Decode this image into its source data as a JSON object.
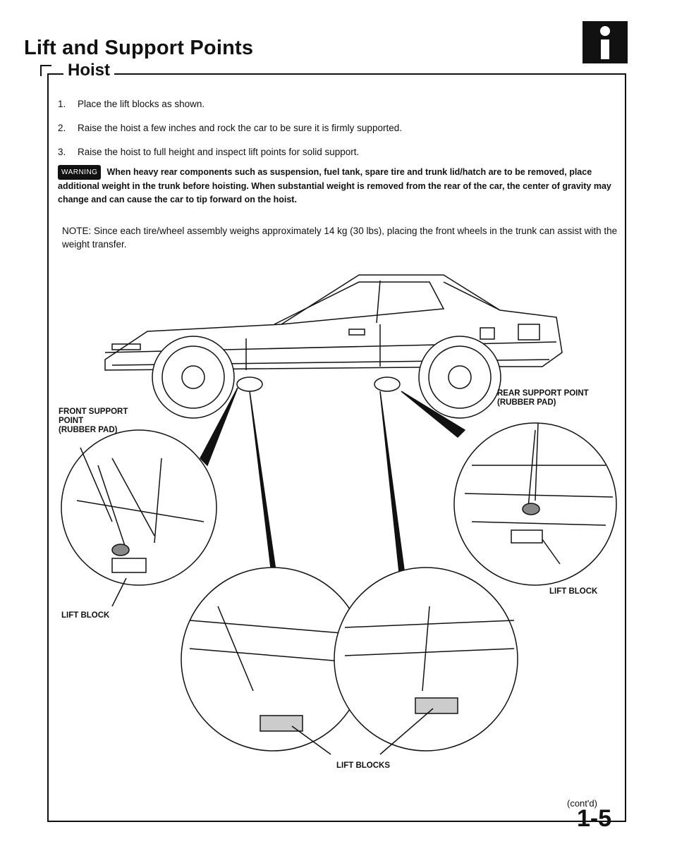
{
  "header": {
    "title": "Lift and Support Points",
    "info_icon": "info-icon"
  },
  "section": {
    "title": "Hoist"
  },
  "steps": [
    {
      "num": "1.",
      "text": "Place the lift blocks as shown."
    },
    {
      "num": "2.",
      "text": "Raise the hoist a few inches and rock the car to be sure it is firmly supported."
    },
    {
      "num": "3.",
      "text": "Raise the hoist to full height and inspect lift points for solid support."
    }
  ],
  "warning": {
    "badge": "WARNING",
    "text": "When heavy rear components such as suspension, fuel tank, spare tire and trunk lid/hatch are to be removed, place additional weight in the trunk before hoisting. When substantial weight is removed from the rear of the car, the center of gravity may change and can cause the car to tip forward on the hoist."
  },
  "note": {
    "text": "NOTE: Since each tire/wheel assembly weighs approximately 14 kg (30 lbs), placing the front wheels in the trunk can assist with the weight transfer."
  },
  "illustration": {
    "labels": {
      "front_support_1": "FRONT SUPPORT",
      "front_support_2": "POINT",
      "front_support_3": "(RUBBER PAD)",
      "rear_support_1": "REAR SUPPORT POINT",
      "rear_support_2": "(RUBBER PAD)",
      "lift_block_left": "LIFT BLOCK",
      "lift_block_right": "LIFT BLOCK",
      "lift_blocks": "LIFT BLOCKS"
    }
  },
  "footer": {
    "contd": "(cont'd)",
    "page_number": "1-5"
  }
}
